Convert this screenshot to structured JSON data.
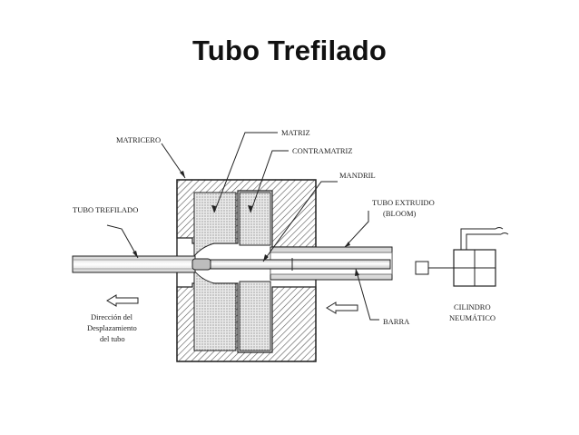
{
  "title": "Tubo Trefilado",
  "labels": {
    "matricero": "MATRICERO",
    "matriz": "MATRIZ",
    "contramatriz": "CONTRAMATRIZ",
    "mandril": "MANDRIL",
    "tubo_trefilado": "TUBO  TREFILADO",
    "tubo_extruido": "TUBO EXTRUIDO",
    "bloom": "(BLOOM)",
    "direccion_1": "Dirección del",
    "direccion_2": "Desplazamiento",
    "direccion_3": "del tubo",
    "barra": "BARRA",
    "cilindro": "CILINDRO",
    "neumatico": "NEUMÁTICO"
  }
}
